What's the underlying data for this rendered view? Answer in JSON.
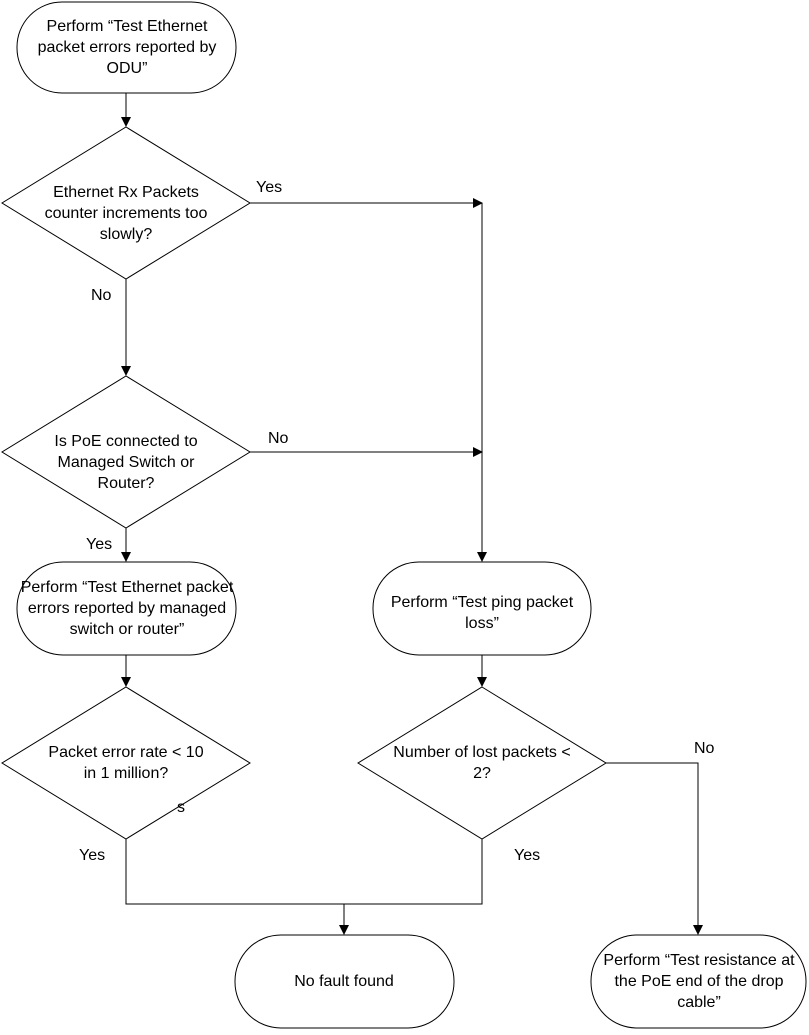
{
  "nodes": {
    "start": "Perform “Test Ethernet packet errors reported by ODU”",
    "decision_rx": "Ethernet Rx Packets counter increments too slowly?",
    "decision_poe": "Is PoE connected to Managed Switch or Router?",
    "test_switch": "Perform “Test Ethernet packet errors reported by managed switch or router”",
    "test_ping": "Perform “Test ping packet loss”",
    "decision_error_rate": "Packet error rate < 10 in 1 million?",
    "decision_lost": "Number of lost packets < 2?",
    "no_fault": "No fault found",
    "test_resistance": "Perform “Test resistance at the PoE end of the drop cable”"
  },
  "edges": {
    "rx_yes": "Yes",
    "rx_no": "No",
    "poe_no": "No",
    "poe_yes": "Yes",
    "error_rate_yes": "Yes",
    "lost_yes": "Yes",
    "lost_no": "No",
    "artifact_fragment": "s"
  }
}
